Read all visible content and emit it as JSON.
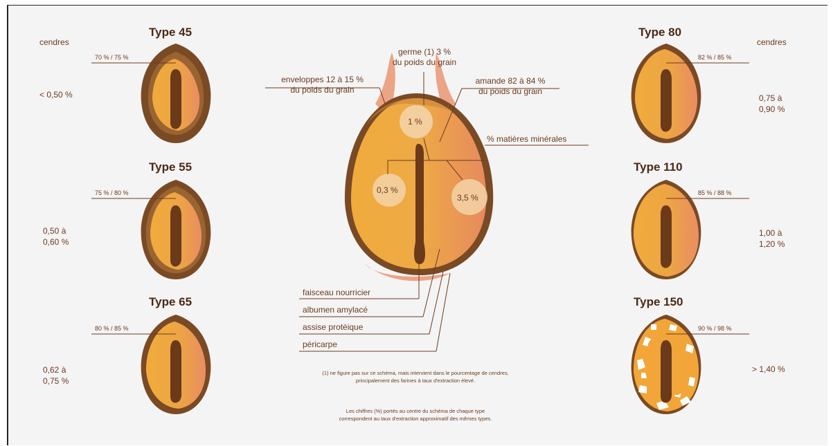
{
  "left": {
    "ash_header": "cendres",
    "grains": [
      {
        "title": "Type 45",
        "extraction": "70 % / 75 %",
        "ash": [
          "< 0,50 %"
        ]
      },
      {
        "title": "Type 55",
        "extraction": "75 % / 80 %",
        "ash": [
          "0,50 à",
          "0,60 %"
        ]
      },
      {
        "title": "Type 65",
        "extraction": "80 % / 85 %",
        "ash": [
          "0,62 à",
          "0,75 %"
        ]
      }
    ]
  },
  "right": {
    "ash_header": "cendres",
    "grains": [
      {
        "title": "Type 80",
        "extraction": "82 % / 85 %",
        "ash": [
          "0,75 à",
          "0,90 %"
        ]
      },
      {
        "title": "Type 110",
        "extraction": "85 % / 88 %",
        "ash": [
          "1,00 à",
          "1,20 %"
        ]
      },
      {
        "title": "Type 150",
        "extraction": "90 % / 98 %",
        "ash": [
          "> 1,40 %"
        ]
      }
    ]
  },
  "center": {
    "germe": [
      "germe (1) 3 %",
      "du poids du grain"
    ],
    "enveloppes": [
      "enveloppes 12 à 15 %",
      "du poids du grain"
    ],
    "amande": [
      "amande 82 à 84 %",
      "du poids du grain"
    ],
    "matieres": "% matières minérales",
    "bubble_germ": "1 %",
    "bubble_albumen": "0,3 %",
    "bubble_envelope": "3,5 %",
    "parts": [
      "faisceau nourricier",
      "albumen amylacé",
      "assise protéique",
      "péricarpe"
    ]
  },
  "footnote": [
    "(1) ne figure pas sur ce schéma, mais intervient dans le pourcentage de cendres,",
    "principalement des farines à taux d'extraction élevé."
  ],
  "note2": [
    "Les chiffres (%) portés au centre du schéma de chaque type",
    "correspondent au taux d'extraction approximatif des mêmes types."
  ],
  "colors": {
    "brown": "#7a4a24",
    "dark": "#5a3216",
    "orange": "#e8a33a",
    "light_orange": "#f0b24a",
    "pink": "#e9906a",
    "bubble": "#f3d3a8"
  }
}
